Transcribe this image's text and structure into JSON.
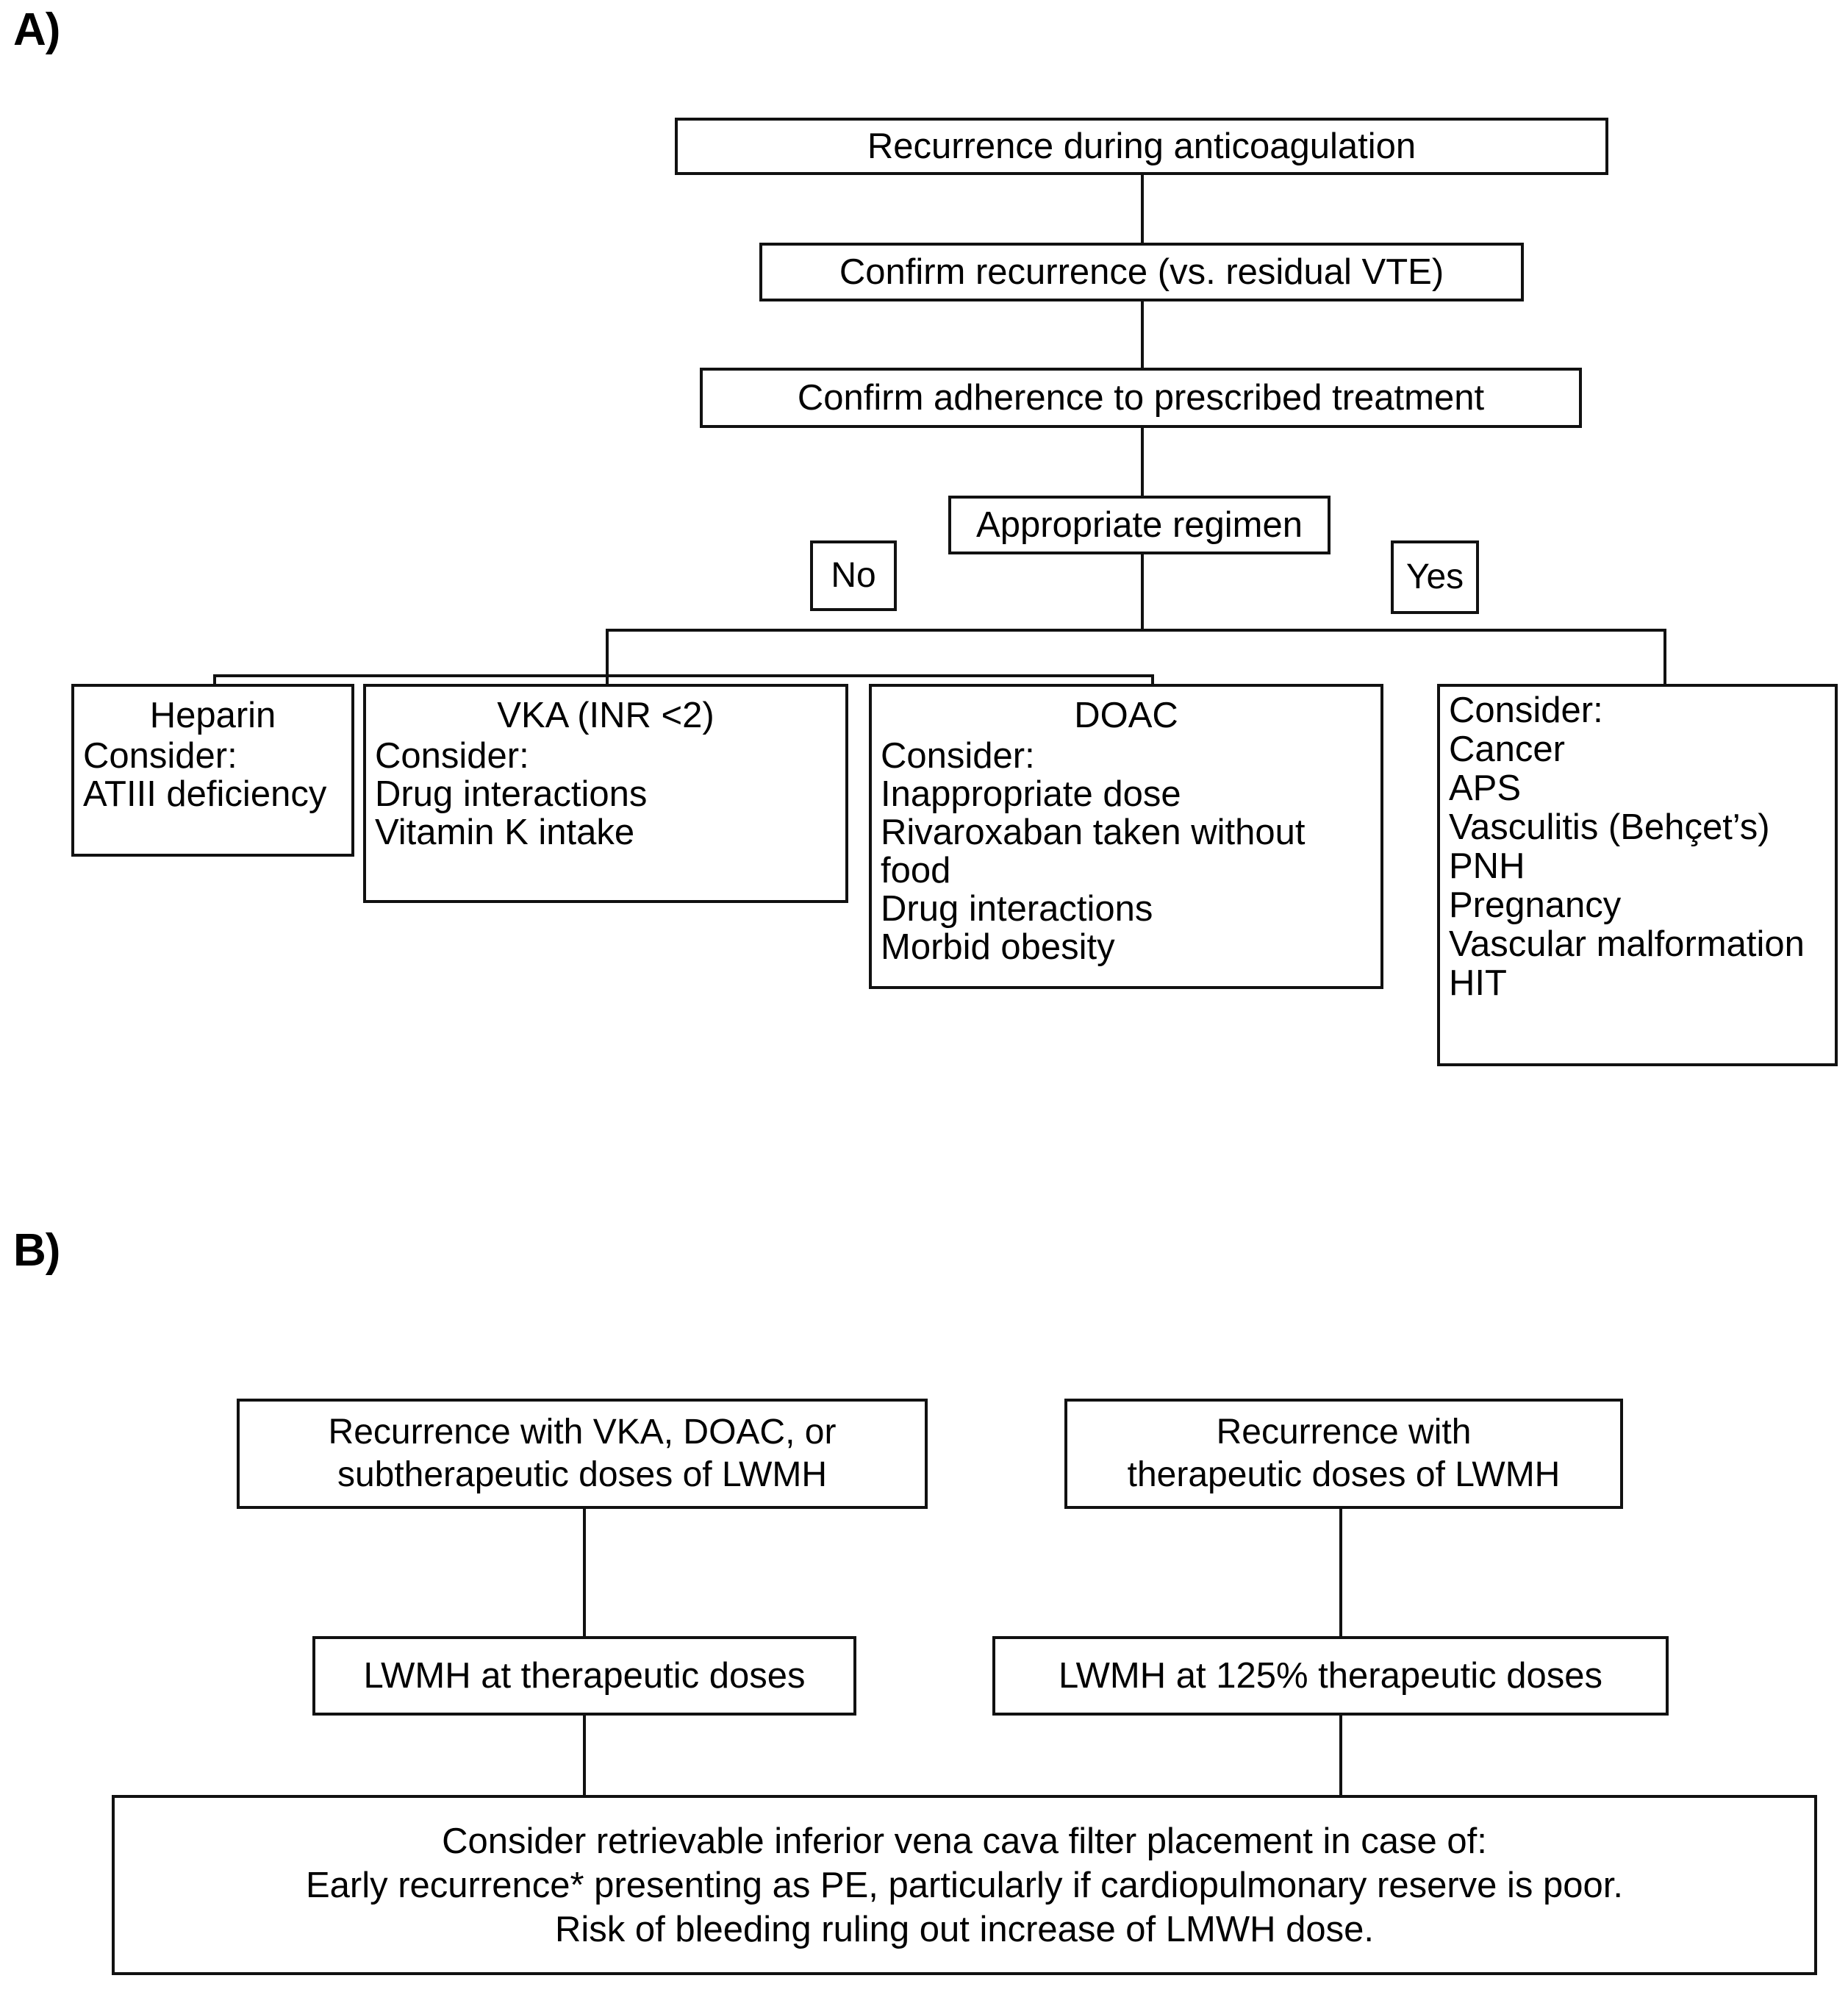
{
  "figure": {
    "panels": [
      {
        "label": "A)"
      },
      {
        "label": "B)"
      }
    ]
  },
  "panel_a": {
    "label": "A)",
    "nodes": {
      "recurrence_during_anticoagulation": "Recurrence during anticoagulation",
      "confirm_recurrence": "Confirm recurrence (vs. residual VTE)",
      "confirm_adherence": "Confirm adherence to prescribed treatment",
      "appropriate_regimen": "Appropriate regimen",
      "branch_no": "No",
      "branch_yes": "Yes",
      "heparin": {
        "title": "Heparin",
        "list": "Consider:\nATIII deficiency"
      },
      "vka": {
        "title": "VKA (INR <2)",
        "list": "Consider:\nDrug interactions\nVitamin K intake"
      },
      "doac": {
        "title": "DOAC",
        "list": "Consider:\nInappropriate dose\nRivaroxaban taken without food\nDrug interactions\nMorbid obesity"
      },
      "yes_causes": {
        "list": "Consider:\nCancer\nAPS\nVasculitis (Behçet’s)\nPNH\nPregnancy\nVascular malformation\nHIT"
      }
    }
  },
  "panel_b": {
    "label": "B)",
    "nodes": {
      "recurrence_vka_doac_sub_lmwh": "Recurrence with VKA, DOAC, or\nsubtherapeutic doses of LWMH",
      "recurrence_therapeutic_lmwh": "Recurrence with\ntherapeutic doses of LWMH",
      "lmwh_therapeutic": "LWMH at therapeutic doses",
      "lmwh_125_therapeutic": "LWMH at 125% therapeutic doses",
      "ivc_filter": "Consider retrievable inferior vena cava filter placement in case of:\nEarly recurrence* presenting as PE, particularly if cardiopulmonary reserve is poor.\nRisk of bleeding ruling out increase of LMWH dose."
    }
  },
  "colors": {
    "line": "#111111",
    "background": "#ffffff",
    "text": "#000000"
  }
}
